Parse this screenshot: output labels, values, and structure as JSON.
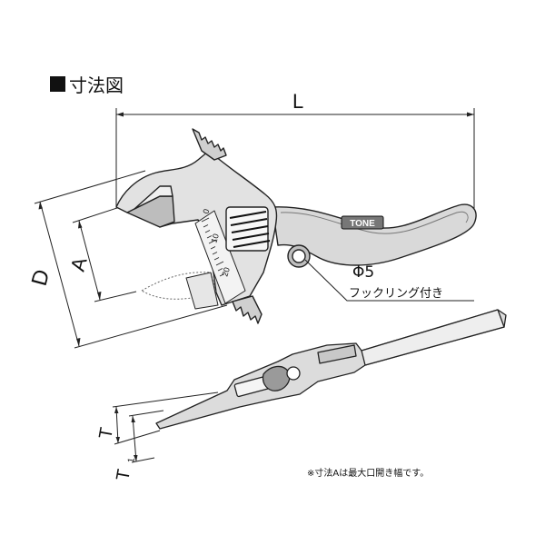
{
  "title": "寸法図",
  "dimensions": {
    "L": "L",
    "D": "D",
    "A": "A",
    "T": "T",
    "T1_main": "T",
    "T1_sub": "1"
  },
  "scale": {
    "tick0": "0",
    "tick10": "10",
    "tick20": "20"
  },
  "brand": "TONE",
  "hook_hole": {
    "diameter": "Φ5",
    "label": "フックリング付き"
  },
  "note": "※寸法Aは最大口開き幅です。"
}
